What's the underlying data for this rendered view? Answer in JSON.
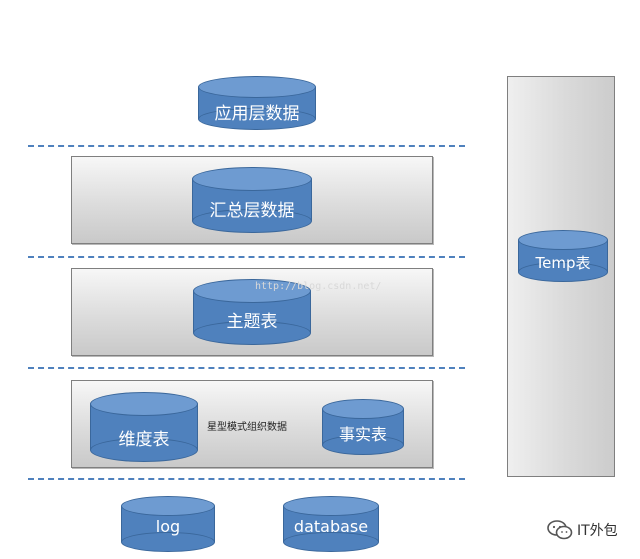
{
  "layers": {
    "application": "应用层数据",
    "summary": "汇总层数据",
    "subject": "主题表",
    "dimension": "维度表",
    "star_schema": "星型模式组织数据",
    "fact": "事实表",
    "log": "log",
    "database": "database",
    "temp": "Temp表"
  },
  "watermark": "http://blog.csdn.net/",
  "brand": {
    "name": "IT外包"
  },
  "colors": {
    "cylinder_fill": "#4f81bd",
    "cylinder_top": "#6e9bd1",
    "dash_line": "#4f81bd"
  }
}
